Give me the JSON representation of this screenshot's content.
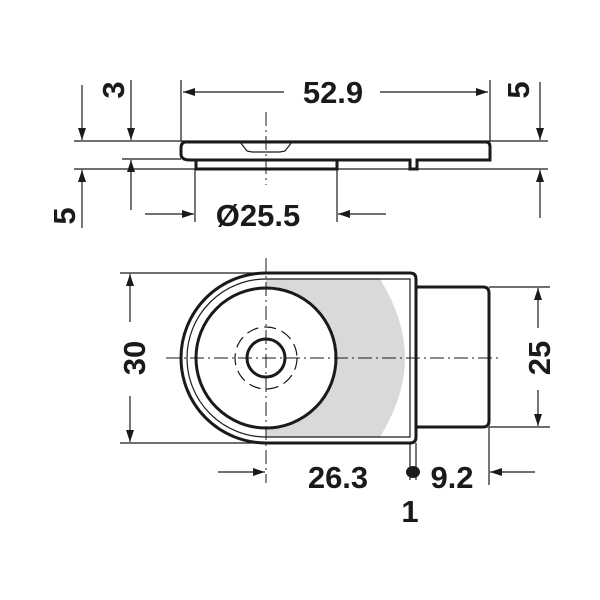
{
  "drawing": {
    "side_view": {
      "dim_width": "52.9",
      "dim_thickness_left": "3",
      "dim_boss_left": "5",
      "dim_total_right": "5",
      "dim_boss_diameter": "Ø25.5"
    },
    "plan_view": {
      "dim_height": "30",
      "dim_block_height": "25",
      "dim_center_offset": "26.3",
      "dim_block_depth": "9.2",
      "dim_gap": "1"
    },
    "colors": {
      "line": "#1a1a1a",
      "fill": "#d9d9d9"
    }
  }
}
